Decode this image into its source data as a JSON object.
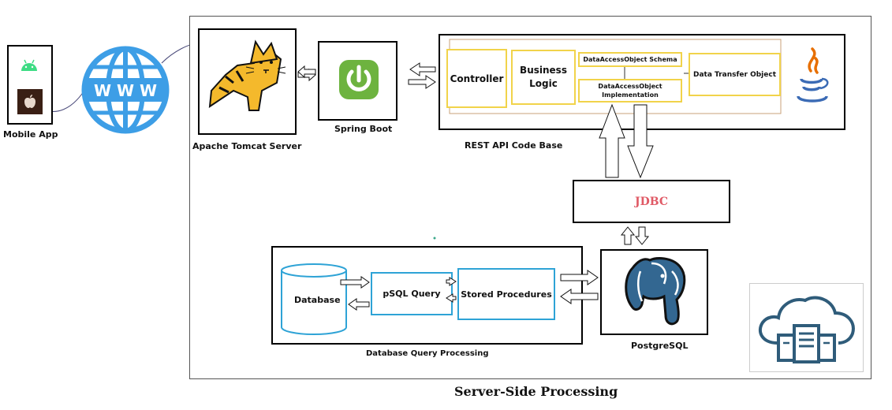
{
  "mobile": {
    "label": "Mobile App"
  },
  "server": {
    "title": "Server-Side Processing"
  },
  "tomcat": {
    "label": "Apache Tomcat Server"
  },
  "spring": {
    "label": "Spring Boot"
  },
  "rest": {
    "label": "REST API Code Base",
    "controller": "Controller",
    "business_logic": "Business Logic",
    "dao_schema": "DataAccessObject Schema",
    "dao_impl": "DataAccessObject Implementation",
    "dto": "Data Transfer Object"
  },
  "jdbc": {
    "label": "JDBC",
    "color": "#e05a66"
  },
  "db_processing": {
    "label": "Database Query Processing",
    "database": "Database",
    "psql": "pSQL Query",
    "stored": "Stored Procedures"
  },
  "postgres": {
    "label": "PostgreSQL"
  },
  "icons": {
    "android": "android-icon",
    "apple": "apple-icon",
    "globe": "www-globe-icon",
    "tomcat": "tomcat-cat-icon",
    "spring": "spring-power-icon",
    "java": "java-cup-icon",
    "elephant": "postgresql-elephant-icon",
    "cloud": "cloud-server-icon"
  },
  "colors": {
    "yellow_border": "#f1d34a",
    "cyan_border": "#2ea3d6",
    "spring_green": "#6db33f",
    "globe_blue": "#3d9ee6",
    "postgres_blue": "#336791"
  }
}
